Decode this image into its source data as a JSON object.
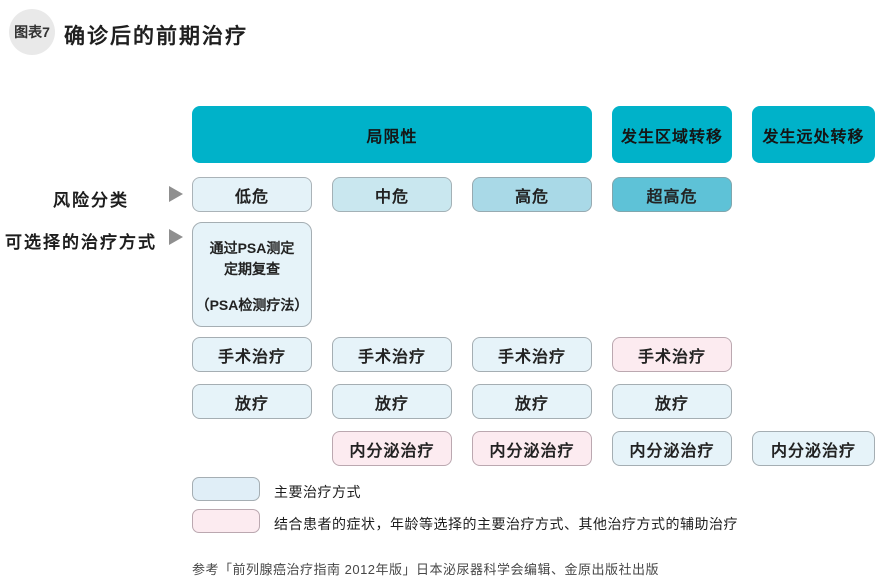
{
  "badge": {
    "label": "图表7"
  },
  "header": {
    "title": "确诊后的前期治疗"
  },
  "stage_headers": {
    "localized": "局限性",
    "regional": "发生区域转移",
    "distant": "发生远处转移"
  },
  "row_labels": {
    "risk": "风险分类",
    "treatment": "可选择的治疗方式"
  },
  "risk_levels": {
    "low": "低危",
    "intermediate": "中危",
    "high": "高危",
    "very_high": "超高危"
  },
  "psa_box": {
    "line1": "通过PSA测定",
    "line2": "定期复查",
    "line3": "（PSA检测疗法）"
  },
  "treatments": {
    "surgery": "手术治疗",
    "radiotherapy": "放疗",
    "endocrine": "内分泌治疗"
  },
  "legend": {
    "primary": "主要治疗方式",
    "conditional": "结合患者的症状，年龄等选择的主要治疗方式、其他治疗方式的辅助治疗"
  },
  "footer": {
    "reference": "参考「前列腺癌治疗指南 2012年版」日本泌尿器科学会编辑、金原出版社出版"
  },
  "colors": {
    "stage_header_teal": "#00b2c9",
    "risk_low": "#e4f2f8",
    "risk_intermediate": "#c9e7ef",
    "risk_high": "#a9d9e7",
    "risk_very_high": "#5ec2d7",
    "primary_treatment_blue": "#e6f3f9",
    "conditional_treatment_pink": "#fcebf0"
  }
}
